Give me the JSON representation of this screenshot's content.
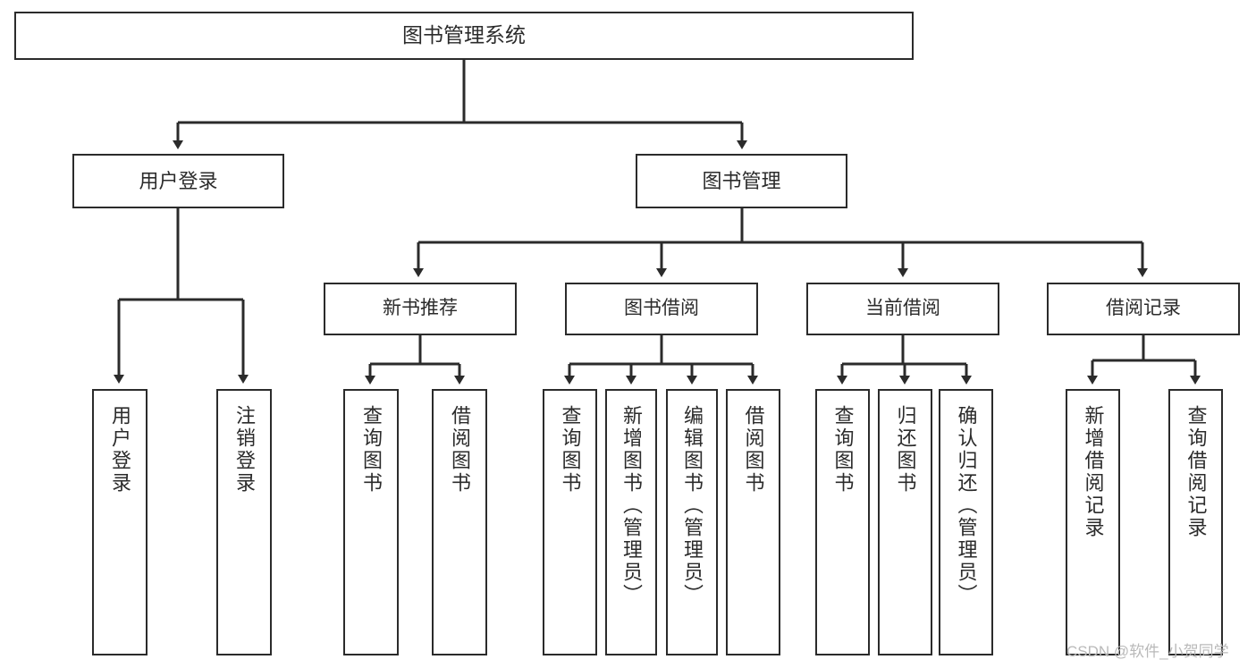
{
  "diagram": {
    "title": "图书管理系统",
    "type": "hierarchy-tree",
    "colors": {
      "stroke": "#2b2b2b",
      "fill": "#ffffff",
      "text": "#2b2b2b",
      "watermark": "#b9b9b9"
    },
    "root": {
      "label": "图书管理系统"
    },
    "level1": [
      {
        "label": "用户登录"
      },
      {
        "label": "图书管理"
      }
    ],
    "level2": [
      {
        "label": "新书推荐"
      },
      {
        "label": "图书借阅"
      },
      {
        "label": "当前借阅"
      },
      {
        "label": "借阅记录"
      }
    ],
    "leaves": {
      "user_login": [
        {
          "label": "用户登录"
        },
        {
          "label": "注销登录"
        }
      ],
      "new_book": [
        {
          "label": "查询图书"
        },
        {
          "label": "借阅图书"
        }
      ],
      "book_borrow": [
        {
          "label": "查询图书"
        },
        {
          "label": "新增图书（管理员）"
        },
        {
          "label": "编辑图书（管理员）"
        },
        {
          "label": "借阅图书"
        }
      ],
      "current_borrow": [
        {
          "label": "查询图书"
        },
        {
          "label": "归还图书"
        },
        {
          "label": "确认归还（管理员）"
        }
      ],
      "borrow_record": [
        {
          "label": "新增借阅记录"
        },
        {
          "label": "查询借阅记录"
        }
      ]
    }
  },
  "watermark": {
    "text": "CSDN @软件_小贺同学"
  }
}
